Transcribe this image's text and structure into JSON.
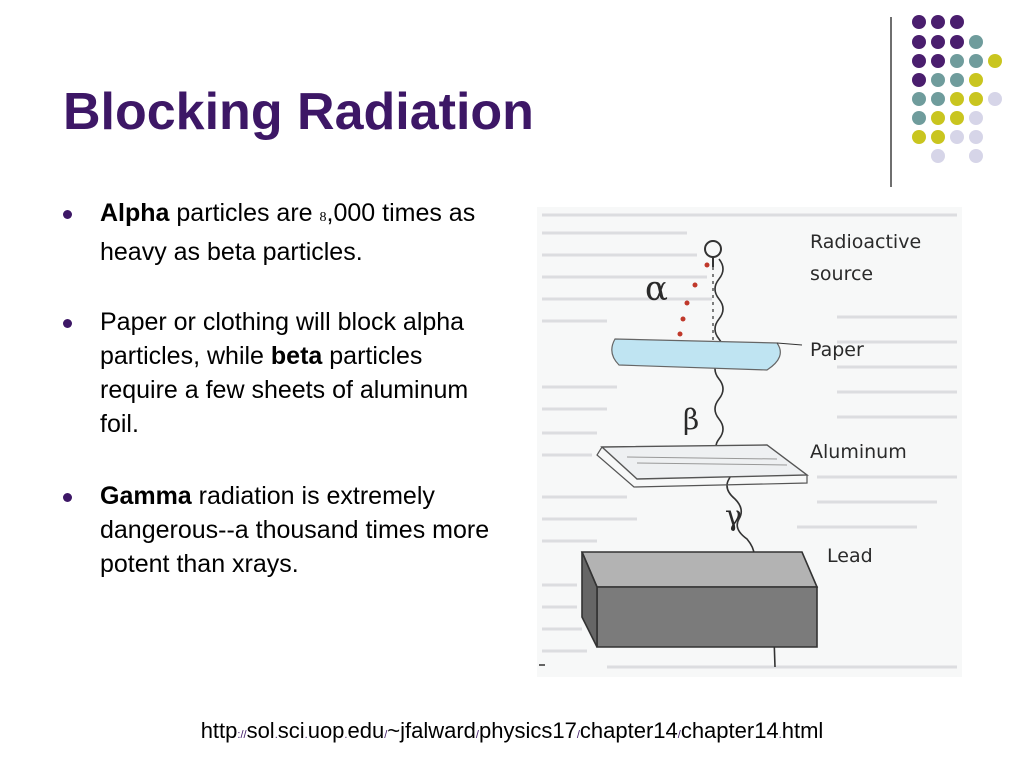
{
  "slide": {
    "title": "Blocking Radiation",
    "bullets": [
      {
        "bold": "Alpha",
        "text_a": " particles are ",
        "small": "8",
        "text_b": ",000 times as heavy as beta particles."
      },
      {
        "text_a": "Paper or clothing will block alpha particles, while ",
        "bold": "beta",
        "text_b": " particles require a few sheets of aluminum foil."
      },
      {
        "bold": "Gamma",
        "text_b": " radiation is extremely dangerous--a thousand times more potent than xrays."
      }
    ],
    "url": {
      "parts": [
        "http",
        "://",
        "sol",
        ".",
        "sci",
        ".",
        "uop",
        ".",
        "edu",
        "/",
        "~jfalward",
        "/",
        "physics17",
        "/",
        "chapter14",
        "/",
        "chapter14",
        ".",
        "html"
      ]
    }
  },
  "figure": {
    "labels": {
      "source_1": "Radioactive",
      "source_2": "source",
      "paper": "Paper",
      "aluminum": "Aluminum",
      "lead": "Lead"
    },
    "symbols": {
      "alpha": "α",
      "beta": "β",
      "gamma": "γ"
    }
  },
  "colors": {
    "title": "#3d1766",
    "dot_purple": "#4a1e6e",
    "dot_teal": "#6f9c9c",
    "dot_yellow": "#c9c51f",
    "dot_lavender": "#d6d5e8"
  }
}
